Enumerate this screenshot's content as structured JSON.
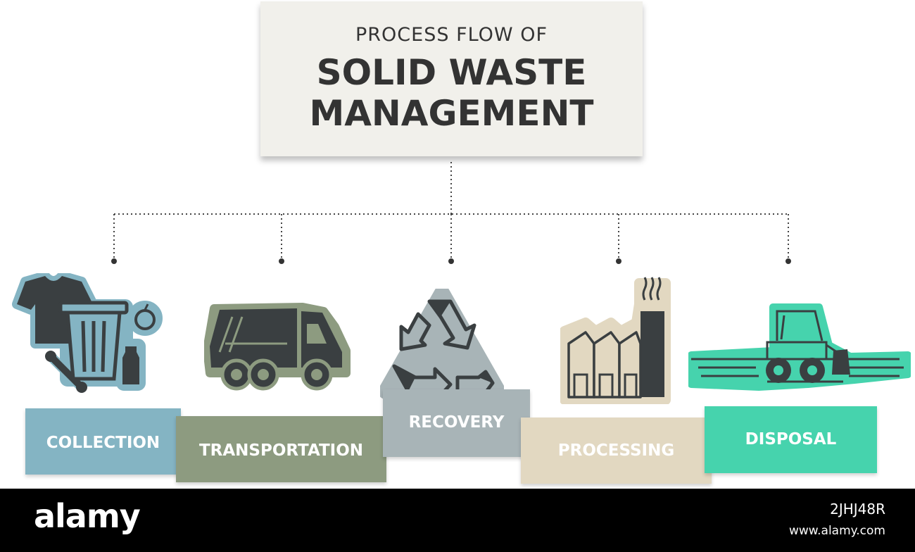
{
  "title": {
    "subtitle": "PROCESS FLOW OF",
    "line1": "SOLID WASTE",
    "line2": "MANAGEMENT"
  },
  "steps": [
    {
      "label": "COLLECTION",
      "color": "#84b4c3",
      "icon": "trash-bin-icon"
    },
    {
      "label": "TRANSPORTATION",
      "color": "#8d9b80",
      "icon": "garbage-truck-icon"
    },
    {
      "label": "RECOVERY",
      "color": "#a8b4b7",
      "icon": "recycle-icon"
    },
    {
      "label": "PROCESSING",
      "color": "#e2d8c1",
      "icon": "factory-icon"
    },
    {
      "label": "DISPOSAL",
      "color": "#46d3ad",
      "icon": "bulldozer-icon"
    }
  ],
  "footer": {
    "logo": "alamy",
    "image_id": "2JHJ48R",
    "url": "www.alamy.com"
  }
}
